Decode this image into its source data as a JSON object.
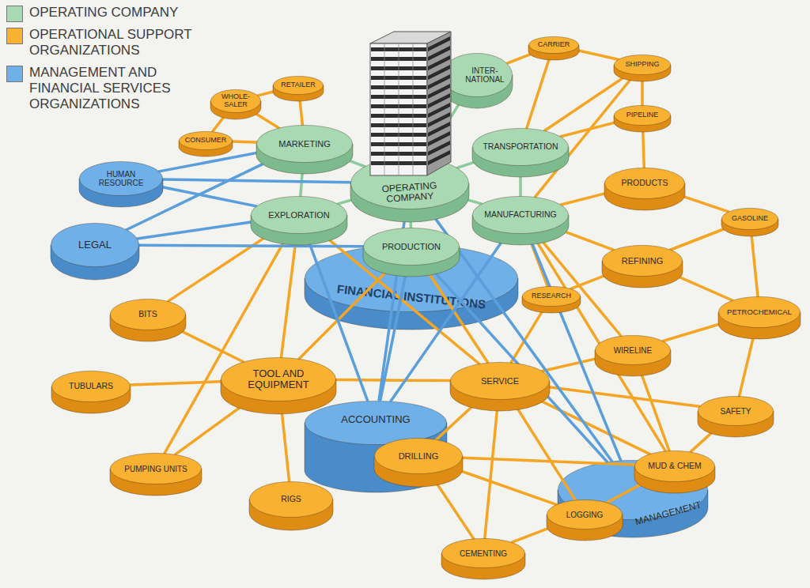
{
  "diagram": {
    "nodes": [
      {
        "text": [
          "CARRIER"
        ]
      },
      {
        "text": [
          "SHIPPING"
        ]
      },
      {
        "text": [
          "RETAILER"
        ]
      },
      {
        "text": [
          "INTER- NATIONAL"
        ]
      },
      {
        "text": [
          "WHOLE- SALER"
        ]
      },
      {
        "text": [
          "PIPELINE"
        ]
      },
      {
        "text": [
          "MARKETING"
        ]
      },
      {
        "text": [
          "TRANSPORTATION"
        ]
      },
      {
        "text": [
          "CONSUMER"
        ]
      },
      {
        "text": [
          "OPERATING COMPANY"
        ]
      },
      {
        "text": [
          "HUMAN RESOURCE"
        ]
      },
      {
        "text": [
          "PRODUCTS"
        ]
      },
      {
        "text": [
          "EXPLORATION"
        ]
      },
      {
        "text": [
          "MANUFACTURING"
        ]
      },
      {
        "text": [
          "GASOLINE"
        ]
      },
      {
        "text": [
          "LEGAL"
        ]
      },
      {
        "text": [
          "PRODUCTION"
        ]
      },
      {
        "text": [
          "REFINING"
        ]
      },
      {
        "text": [
          "FINANCIAL INSTITUTIONS"
        ]
      },
      {
        "text": [
          "RESEARCH"
        ]
      },
      {
        "text": [
          "BITS"
        ]
      },
      {
        "text": [
          "PETROCHEMICAL"
        ]
      },
      {
        "text": [
          "WIRELINE"
        ]
      },
      {
        "text": [
          "TOOL AND EQUIPMENT"
        ]
      },
      {
        "text": [
          "SERVICE"
        ]
      },
      {
        "text": [
          "TUBULARS"
        ]
      },
      {
        "text": [
          "SAFETY"
        ]
      },
      {
        "text": [
          "ACCOUNTING"
        ]
      },
      {
        "text": [
          "DRILLING"
        ]
      },
      {
        "text": [
          "MUD & CHEM"
        ]
      },
      {
        "text": [
          "PUMPING UNITS"
        ]
      },
      {
        "text": [
          "MANAGEMENT"
        ]
      },
      {
        "text": [
          "RIGS"
        ]
      },
      {
        "text": [
          "LOGGING"
        ]
      },
      {
        "text": [
          "CEMENTING"
        ]
      }
    ],
    "edges": [
      {
        "from": 9,
        "to": 6,
        "arrow": "none"
      },
      {
        "from": 9,
        "to": 3,
        "arrow": "none"
      },
      {
        "from": 9,
        "to": 7,
        "arrow": "none"
      },
      {
        "from": 9,
        "to": 12,
        "arrow": "none"
      },
      {
        "from": 9,
        "to": 13,
        "arrow": "none"
      },
      {
        "from": 9,
        "to": 16,
        "arrow": "none"
      },
      {
        "from": 6,
        "to": 12,
        "arrow": "none"
      },
      {
        "from": 7,
        "to": 13,
        "arrow": "none"
      },
      {
        "from": 2,
        "to": 4,
        "arrow": "none"
      },
      {
        "from": 4,
        "to": 8,
        "arrow": "none"
      },
      {
        "from": 8,
        "to": 6,
        "arrow": "none"
      },
      {
        "from": 4,
        "to": 6,
        "arrow": "none"
      },
      {
        "from": 2,
        "to": 6,
        "arrow": "none"
      },
      {
        "from": 0,
        "to": 1,
        "arrow": "none"
      },
      {
        "from": 0,
        "to": 3,
        "arrow": "none"
      },
      {
        "from": 0,
        "to": 7,
        "arrow": "none"
      },
      {
        "from": 1,
        "to": 7,
        "arrow": "none"
      },
      {
        "from": 1,
        "to": 5,
        "arrow": "none"
      },
      {
        "from": 5,
        "to": 7,
        "arrow": "none"
      },
      {
        "from": 5,
        "to": 11,
        "arrow": "none"
      },
      {
        "from": 11,
        "to": 13,
        "arrow": "none"
      },
      {
        "from": 11,
        "to": 14,
        "arrow": "none"
      },
      {
        "from": 1,
        "to": 13,
        "arrow": "none"
      },
      {
        "from": 14,
        "to": 17,
        "arrow": "none"
      },
      {
        "from": 14,
        "to": 21,
        "arrow": "none"
      },
      {
        "from": 14,
        "to": 19,
        "arrow": "none"
      },
      {
        "from": 17,
        "to": 13,
        "arrow": "none"
      },
      {
        "from": 17,
        "to": 21,
        "arrow": "none"
      },
      {
        "from": 21,
        "to": 26,
        "arrow": "none"
      },
      {
        "from": 21,
        "to": 22,
        "arrow": "none"
      },
      {
        "from": 19,
        "to": 13,
        "arrow": "none"
      },
      {
        "from": 19,
        "to": 24,
        "arrow": "none"
      },
      {
        "from": 22,
        "to": 24,
        "arrow": "none"
      },
      {
        "from": 22,
        "to": 29,
        "arrow": "none"
      },
      {
        "from": 22,
        "to": 13,
        "arrow": "none"
      },
      {
        "from": 26,
        "to": 24,
        "arrow": "none"
      },
      {
        "from": 26,
        "to": 29,
        "arrow": "none"
      },
      {
        "from": 20,
        "to": 12,
        "arrow": "none"
      },
      {
        "from": 20,
        "to": 23,
        "arrow": "none"
      },
      {
        "from": 25,
        "to": 23,
        "arrow": "none"
      },
      {
        "from": 30,
        "to": 23,
        "arrow": "none"
      },
      {
        "from": 32,
        "to": 23,
        "arrow": "none"
      },
      {
        "from": 23,
        "to": 24,
        "arrow": "none"
      },
      {
        "from": 23,
        "to": 12,
        "arrow": "none"
      },
      {
        "from": 23,
        "to": 16,
        "arrow": "none"
      },
      {
        "from": 24,
        "to": 28,
        "arrow": "none"
      },
      {
        "from": 24,
        "to": 33,
        "arrow": "none"
      },
      {
        "from": 24,
        "to": 34,
        "arrow": "none"
      },
      {
        "from": 24,
        "to": 29,
        "arrow": "none"
      },
      {
        "from": 24,
        "to": 16,
        "arrow": "none"
      },
      {
        "from": 24,
        "to": 12,
        "arrow": "none"
      },
      {
        "from": 28,
        "to": 34,
        "arrow": "none"
      },
      {
        "from": 28,
        "to": 33,
        "arrow": "none"
      },
      {
        "from": 28,
        "to": 29,
        "arrow": "none"
      },
      {
        "from": 33,
        "to": 29,
        "arrow": "none"
      },
      {
        "from": 33,
        "to": 34,
        "arrow": "none"
      },
      {
        "from": 30,
        "to": 12,
        "arrow": "none"
      },
      {
        "from": 29,
        "to": 13,
        "arrow": "none"
      },
      {
        "from": 10,
        "to": 6,
        "arrow": "none"
      },
      {
        "from": 10,
        "to": 12,
        "arrow": "none"
      },
      {
        "from": 10,
        "to": 9,
        "arrow": "none"
      },
      {
        "from": 15,
        "to": 12,
        "arrow": "none"
      },
      {
        "from": 15,
        "to": 6,
        "arrow": "none"
      },
      {
        "from": 15,
        "to": 16,
        "arrow": "none"
      },
      {
        "from": 27,
        "to": 12,
        "arrow": "none"
      },
      {
        "from": 27,
        "to": 16,
        "arrow": "none"
      },
      {
        "from": 27,
        "to": 13,
        "arrow": "none"
      },
      {
        "from": 27,
        "to": 9,
        "arrow": "none"
      },
      {
        "from": 31,
        "to": 16,
        "arrow": "none"
      },
      {
        "from": 31,
        "to": 13,
        "arrow": "none"
      },
      {
        "from": 31,
        "to": 9,
        "arrow": "none"
      }
    ],
    "legend": [
      {
        "text": "OPERATING COMPANY",
        "color": "#a9d9b2"
      },
      {
        "text": "OPERATIONAL SUPPORT ORGANIZATIONS",
        "color": "#f8b131"
      },
      {
        "text": "MANAGEMENT AND FINANCIAL SERVICES ORGANIZATIONS",
        "color": "#6fb0e8"
      }
    ]
  }
}
